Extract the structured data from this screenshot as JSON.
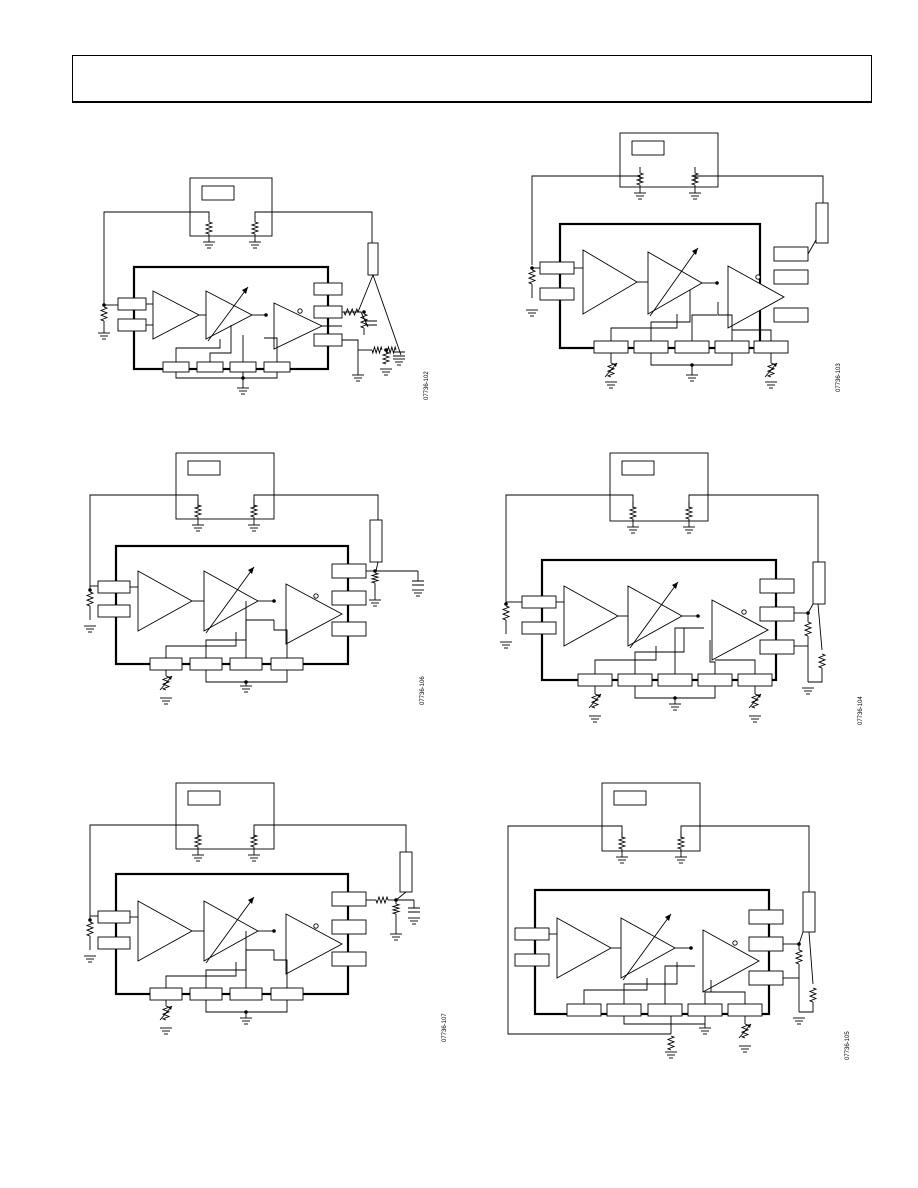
{
  "page": {
    "header_text": ""
  },
  "figures": [
    {
      "id": "07736-102",
      "variant": "a"
    },
    {
      "id": "07736-103",
      "variant": "b"
    },
    {
      "id": "07736-106",
      "variant": "c"
    },
    {
      "id": "07736-104",
      "variant": "d"
    },
    {
      "id": "07736-107",
      "variant": "e"
    },
    {
      "id": "07736-105",
      "variant": "f"
    }
  ],
  "icons": [
    "ground-symbol",
    "resistor-symbol",
    "capacitor-symbol",
    "variable-resistor-symbol",
    "amplifier-triangle",
    "variable-gain-amplifier",
    "differential-amplifier"
  ]
}
